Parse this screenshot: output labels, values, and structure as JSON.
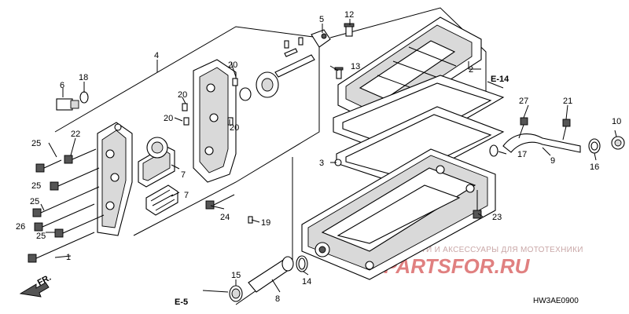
{
  "callouts": [
    {
      "id": "c1",
      "text": "1"
    },
    {
      "id": "c2",
      "text": "2"
    },
    {
      "id": "c3",
      "text": "3"
    },
    {
      "id": "c4",
      "text": "4"
    },
    {
      "id": "c5",
      "text": "5"
    },
    {
      "id": "c6",
      "text": "6"
    },
    {
      "id": "c7a",
      "text": "7"
    },
    {
      "id": "c7b",
      "text": "7"
    },
    {
      "id": "c8",
      "text": "8"
    },
    {
      "id": "c9",
      "text": "9"
    },
    {
      "id": "c10",
      "text": "10"
    },
    {
      "id": "c12",
      "text": "12"
    },
    {
      "id": "c13",
      "text": "13"
    },
    {
      "id": "c14",
      "text": "14"
    },
    {
      "id": "c15",
      "text": "15"
    },
    {
      "id": "c16",
      "text": "16"
    },
    {
      "id": "c17",
      "text": "17"
    },
    {
      "id": "c18",
      "text": "18"
    },
    {
      "id": "c19",
      "text": "19"
    },
    {
      "id": "c20a",
      "text": "20"
    },
    {
      "id": "c20b",
      "text": "20"
    },
    {
      "id": "c20c",
      "text": "20"
    },
    {
      "id": "c20d",
      "text": "20"
    },
    {
      "id": "c21",
      "text": "21"
    },
    {
      "id": "c22",
      "text": "22"
    },
    {
      "id": "c23",
      "text": "23"
    },
    {
      "id": "c24",
      "text": "24"
    },
    {
      "id": "c25a",
      "text": "25"
    },
    {
      "id": "c25b",
      "text": "25"
    },
    {
      "id": "c25c",
      "text": "25"
    },
    {
      "id": "c25d",
      "text": "25"
    },
    {
      "id": "c26",
      "text": "26"
    },
    {
      "id": "c27",
      "text": "27"
    }
  ],
  "references": {
    "e14": "E-14",
    "e5": "E-5",
    "fr": "FR."
  },
  "watermark": {
    "tagline": "ЗАПЧАСТИ И АКСЕССУАРЫ ДЛЯ МОТОТЕХНИКИ",
    "logo": "PARTSFOR.RU"
  },
  "drawing_code": "HW3AE0900"
}
